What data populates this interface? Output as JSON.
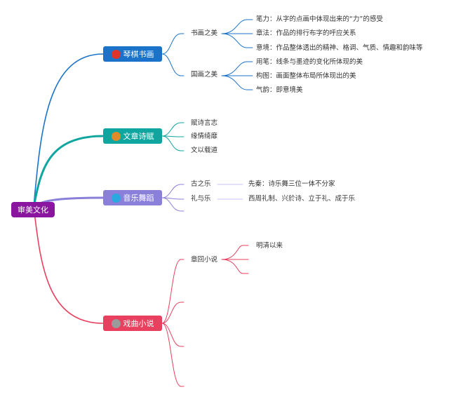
{
  "root": {
    "label": "审美文化",
    "color": "#8a16a0"
  },
  "branches": [
    {
      "label": "琴棋书画",
      "color": "#1a73c8",
      "icon_color": "#e0342b",
      "icon": "flag-icon",
      "children": [
        {
          "label": "书画之美",
          "leaves": [
            "笔力：从字的点画中体现出来的“力”的感受",
            "章法：作品的排行布字的呼应关系",
            "意境：作品整体透出的精神、格调、气质、情趣和韵味等"
          ]
        },
        {
          "label": "国画之美",
          "leaves": [
            "用笔：线条与墨迹的变化所体现的美",
            "构图：画面整体布局所体现出的美",
            "气韵：即意境美"
          ]
        }
      ]
    },
    {
      "label": "文章诗赋",
      "color": "#10a6a0",
      "icon_color": "#e08a2a",
      "icon": "book-icon",
      "children": [
        {
          "label": "赋诗言志",
          "leaves": []
        },
        {
          "label": "缘情绮靡",
          "leaves": []
        },
        {
          "label": "文以载道",
          "leaves": []
        }
      ]
    },
    {
      "label": "音乐舞蹈",
      "color": "#8a7fd9",
      "icon_color": "#2aa8e0",
      "icon": "music-icon",
      "children": [
        {
          "label": "古之乐",
          "leaves": [
            "先秦：诗乐舞三位一体不分家"
          ]
        },
        {
          "label": "礼与乐",
          "leaves": [
            "西周礼制、兴於诗、立于礼、成于乐"
          ]
        },
        {
          "label": "",
          "leaves": []
        }
      ]
    },
    {
      "label": "戏曲小说",
      "color": "#e8405e",
      "icon_color": "#9a9a9a",
      "icon": "mask-icon",
      "children": [
        {
          "label": "章回小说",
          "leaves": [
            "明清以来",
            "",
            ""
          ]
        },
        {
          "label": "",
          "leaves": []
        },
        {
          "label": "",
          "leaves": []
        },
        {
          "label": "",
          "leaves": []
        },
        {
          "label": "",
          "leaves": []
        }
      ]
    }
  ]
}
